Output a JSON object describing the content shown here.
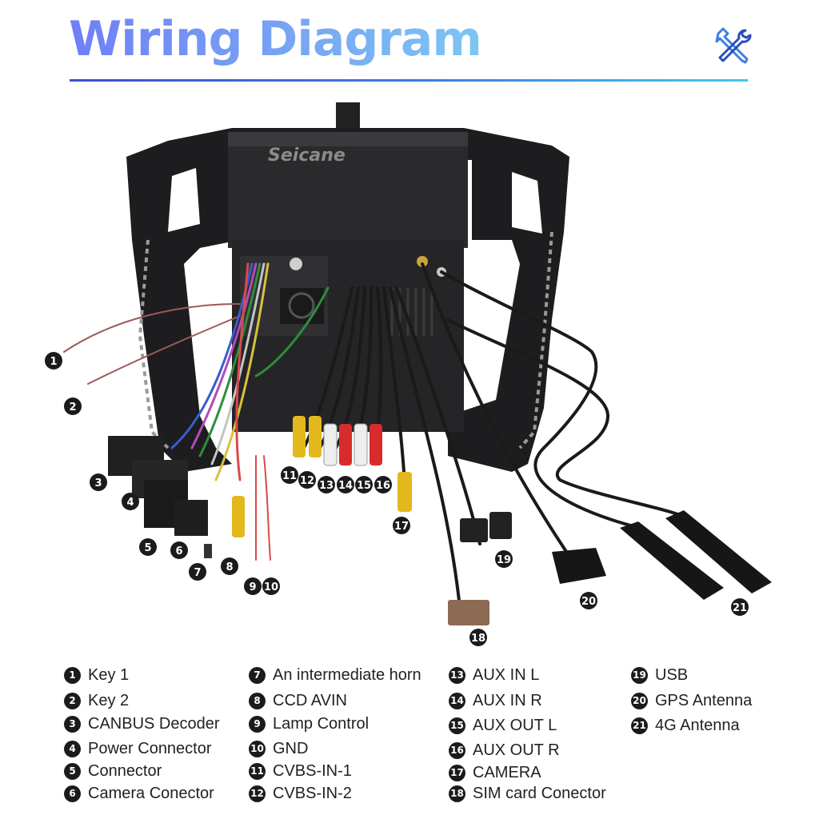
{
  "header": {
    "title": "Wiring Diagram",
    "icon": "tools-icon",
    "accent_colors": [
      "#6f7ff6",
      "#7cc6f3",
      "#3f4fc9"
    ]
  },
  "diagram": {
    "brand_text": "Seicane",
    "callouts": [
      "1",
      "2",
      "3",
      "4",
      "5",
      "6",
      "7",
      "8",
      "9",
      "10",
      "11",
      "12",
      "13",
      "14",
      "15",
      "16",
      "17",
      "18",
      "19",
      "20",
      "21"
    ]
  },
  "legend": {
    "items": [
      {
        "num": "1",
        "label": "Key 1"
      },
      {
        "num": "2",
        "label": "Key 2"
      },
      {
        "num": "3",
        "label": "CANBUS Decoder"
      },
      {
        "num": "4",
        "label": "Power Connector"
      },
      {
        "num": "5",
        "label": "Connector"
      },
      {
        "num": "6",
        "label": "Camera Conector"
      },
      {
        "num": "7",
        "label": "An intermediate horn"
      },
      {
        "num": "8",
        "label": "CCD AVIN"
      },
      {
        "num": "9",
        "label": "Lamp Control"
      },
      {
        "num": "10",
        "label": "GND"
      },
      {
        "num": "11",
        "label": "CVBS-IN-1"
      },
      {
        "num": "12",
        "label": "CVBS-IN-2"
      },
      {
        "num": "13",
        "label": "AUX IN L"
      },
      {
        "num": "14",
        "label": "AUX IN R"
      },
      {
        "num": "15",
        "label": "AUX OUT L"
      },
      {
        "num": "16",
        "label": "AUX OUT R"
      },
      {
        "num": "17",
        "label": "CAMERA"
      },
      {
        "num": "18",
        "label": "SIM card Conector"
      },
      {
        "num": "19",
        "label": "USB"
      },
      {
        "num": "20",
        "label": "GPS Antenna"
      },
      {
        "num": "21",
        "label": "4G Antenna"
      }
    ]
  }
}
